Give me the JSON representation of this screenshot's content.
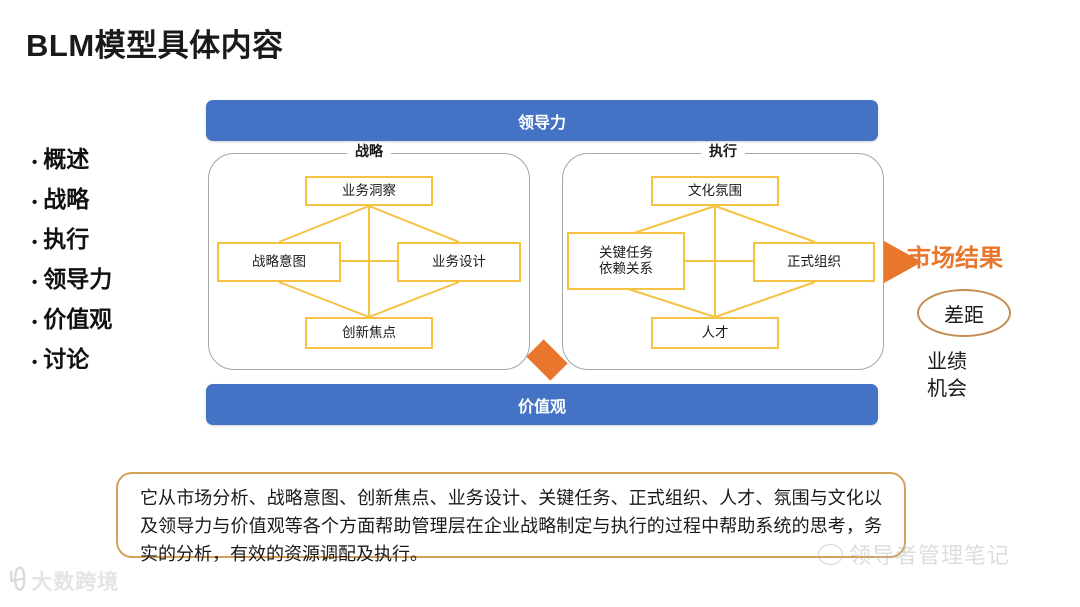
{
  "slide": {
    "title": "BLM模型具体内容"
  },
  "agenda": {
    "bullet": "•",
    "items": [
      {
        "label": "概述"
      },
      {
        "label": "战略"
      },
      {
        "label": "执行"
      },
      {
        "label": "领导力"
      },
      {
        "label": "价值观"
      },
      {
        "label": "讨论"
      }
    ]
  },
  "diagram": {
    "bands": {
      "top": "领导力",
      "bottom": "价值观"
    },
    "panels": [
      {
        "id": "strategy",
        "title": "战略",
        "nodes": {
          "top": "业务洞察",
          "left": "战略意图",
          "right": "业务设计",
          "bottom": "创新焦点"
        }
      },
      {
        "id": "execution",
        "title": "执行",
        "nodes": {
          "top": "文化氛围",
          "left": "关键任务\n依赖关系",
          "left_line1": "关键任务",
          "left_line2": "依赖关系",
          "right": "正式组织",
          "bottom": "人才"
        }
      }
    ],
    "connectors": {
      "between_panels": "diamond",
      "to_outcome": "right-arrow"
    },
    "colors": {
      "band_blue": "#4472C4",
      "node_border_yellow": "#F5C242",
      "connector_orange": "#E8762C",
      "panel_border_gray": "#A6A6A6",
      "description_border": "#D4A15A",
      "ellipse_border": "#C58B4F"
    }
  },
  "outcome": {
    "market_result": "市场结果",
    "gap": "差距",
    "sub_items": [
      "业绩",
      "机会"
    ]
  },
  "description": {
    "text": "它从市场分析、战略意图、创新焦点、业务设计、关键任务、正式组织、人才、氛围与文化以及领导力与价值观等各个方面帮助管理层在企业战略制定与执行的过程中帮助系统的思考，务实的分析，有效的资源调配及执行。"
  },
  "watermarks": {
    "left_mark": "ꀺ",
    "left_text": "大数跨境",
    "right_icon": "💬",
    "right_text": "领导者管理笔记"
  }
}
